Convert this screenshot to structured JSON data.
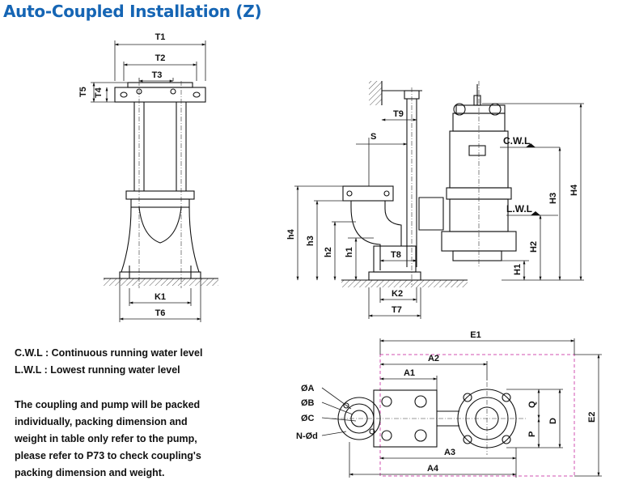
{
  "title": "Auto-Coupled Installation (Z)",
  "legend": {
    "cwl": "C.W.L : Continuous running water level",
    "lwl": "L.W.L :  Lowest running water level"
  },
  "notes": [
    "The coupling and pump will be packed",
    "individually,  packing  dimension and",
    "weight  in table only refer to the pump,",
    "please refer to P73 to check coupling's",
    "packing dimension and weight."
  ],
  "labels": {
    "T1": "T1",
    "T2": "T2",
    "T3": "T3",
    "T4": "T4",
    "T5": "T5",
    "T6": "T6",
    "T7": "T7",
    "T8": "T8",
    "T9": "T9",
    "K1": "K1",
    "K2": "K2",
    "S": "S",
    "h1": "h1",
    "h2": "h2",
    "h3": "h3",
    "h4": "h4",
    "H1": "H1",
    "H2": "H2",
    "H3": "H3",
    "H4": "H4",
    "CWL": "C.W.L",
    "LWL": "L.W.L",
    "E1": "E1",
    "E2": "E2",
    "A1": "A1",
    "A2": "A2",
    "A3": "A3",
    "A4": "A4",
    "Q": "Q",
    "P": "P",
    "D": "D",
    "PhiA": "ØA",
    "PhiB": "ØB",
    "PhiC": "ØC",
    "NPhid": "N-Ød"
  }
}
